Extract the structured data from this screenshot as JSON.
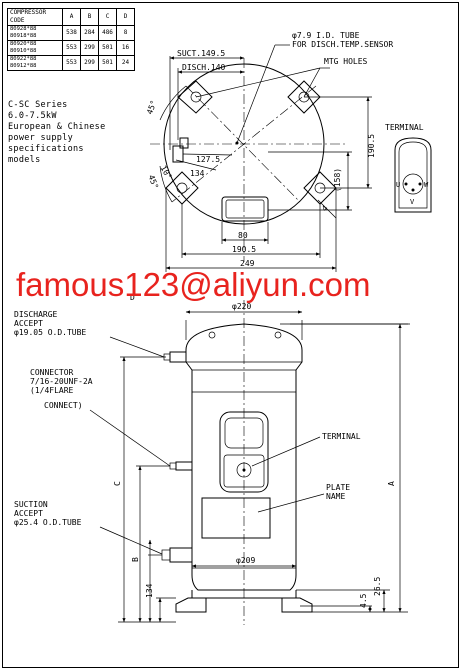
{
  "table": {
    "header": {
      "code": "COMPRESSOR CODE",
      "a": "A",
      "b": "B",
      "c": "C",
      "d": "D"
    },
    "rows": [
      {
        "models": [
          "80928*88",
          "80918*88"
        ],
        "a": "538",
        "b": "284",
        "c": "486",
        "d": "8"
      },
      {
        "models": [
          "80920*88",
          "80910*88"
        ],
        "a": "553",
        "b": "299",
        "c": "501",
        "d": "16"
      },
      {
        "models": [
          "80922*88",
          "80912*88"
        ],
        "a": "553",
        "b": "299",
        "c": "501",
        "d": "24"
      }
    ]
  },
  "series_note": [
    "C-SC Series",
    "6.0-7.5kW",
    "European & Chinese",
    "power supply",
    "specifications",
    "models"
  ],
  "watermark": "famous123@aliyun.com",
  "top_view": {
    "tube_callout": [
      "φ7.9 I.D. TUBE",
      "FOR DISCH.TEMP.SENSOR"
    ],
    "mtg_holes": "MTG HOLES",
    "suct": "SUCT.149.5",
    "disch": "DISCH.140",
    "angle_a": "45°",
    "angle_b": "45°",
    "angle_c": "10°",
    "r1": "127.5",
    "r2": "134",
    "d_right": "190.5",
    "d_158": "(158)",
    "d_4": "4",
    "w_80": "80",
    "w_1905": "190.5",
    "w_249": "249"
  },
  "terminal_view": {
    "title": "TERMINAL",
    "u": "U",
    "w": "W",
    "v": "V"
  },
  "side_view": {
    "dia_top": "φ220",
    "dia_bottom": "φ209",
    "discharge": [
      "DISCHARGE",
      "ACCEPT",
      "φ19.05 O.D.TUBE"
    ],
    "connector": [
      "CONNECTOR",
      "7/16-20UNF-2A",
      "(1/4FLARE",
      "CONNECT)"
    ],
    "suction": [
      "SUCTION",
      "ACCEPT",
      "φ25.4 O.D.TUBE"
    ],
    "terminal": "TERMINAL",
    "plate": [
      "PLATE",
      "NAME"
    ],
    "dim_a": "A",
    "dim_b": "B",
    "dim_c": "C",
    "dim_d": "D",
    "dim_134": "134",
    "dim_45": "4.5",
    "dim_265": "26.5"
  }
}
